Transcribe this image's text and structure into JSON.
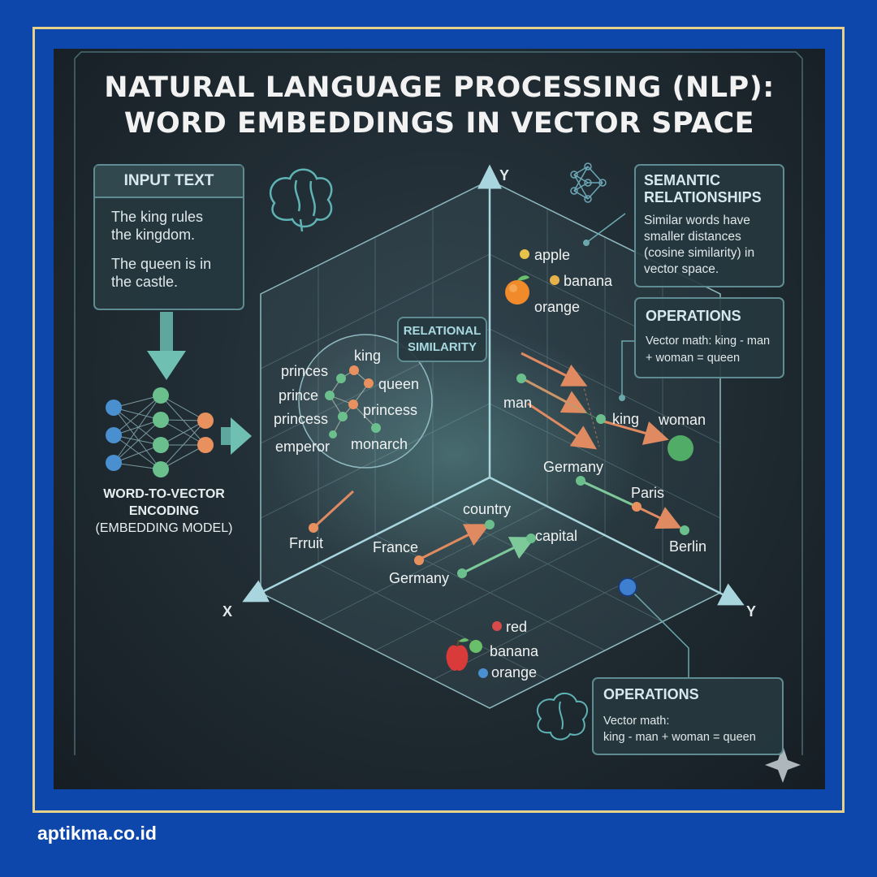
{
  "title": {
    "line1": "NATURAL LANGUAGE PROCESSING (NLP):",
    "line2": "WORD EMBEDDINGS IN VECTOR SPACE"
  },
  "input_text": {
    "heading": "INPUT TEXT",
    "sentence1": "The king rules\nthe kingdom.",
    "sentence2": "The queen is in\nthe castle."
  },
  "encoding": {
    "line1": "WORD-TO-VECTOR",
    "line2": "ENCODING",
    "line3": "(EMBEDDING MODEL)"
  },
  "semantic": {
    "heading_line1": "SEMANTIC",
    "heading_line2": "RELATIONSHIPS",
    "body": "Similar words have smaller distances (cosine similarity) in vector space."
  },
  "operations_top": {
    "heading": "OPERATIONS",
    "body": "Vector math: king - man + woman = queen"
  },
  "operations_bottom": {
    "heading": "OPERATIONS",
    "body_line1": "Vector math:",
    "body_line2": "king - man + woman = queen"
  },
  "relational": {
    "line1": "RELATIONAL",
    "line2": "SIMILARITY"
  },
  "axes": {
    "y_top": "Y",
    "x": "X",
    "y_right": "Y"
  },
  "words": {
    "apple": "apple",
    "banana": "banana",
    "orange": "orange",
    "princes": "princes",
    "king": "king",
    "prince": "prince",
    "queen": "queen",
    "princess_left": "princess",
    "princess_right": "princess",
    "emperor": "emperor",
    "monarch": "monarch",
    "man": "man",
    "king2": "king",
    "woman": "woman",
    "germany_mid": "Germany",
    "paris": "Paris",
    "berlin": "Berlin",
    "fruit": "Frruit",
    "country": "country",
    "france": "France",
    "capital": "capital",
    "germany_low": "Germany",
    "red": "red",
    "banana2": "banana",
    "orange2": "orange"
  },
  "colors": {
    "background": "#0d47ab",
    "frame": "#e6d08a",
    "panel": "#1f2a31",
    "green_node": "#6abf8c",
    "orange_node": "#e89a6a",
    "yellow_node": "#e8c24a",
    "blue_node": "#4a8fd0",
    "teal_line": "#5f9fa0"
  },
  "brand": "aptikma.co.id"
}
